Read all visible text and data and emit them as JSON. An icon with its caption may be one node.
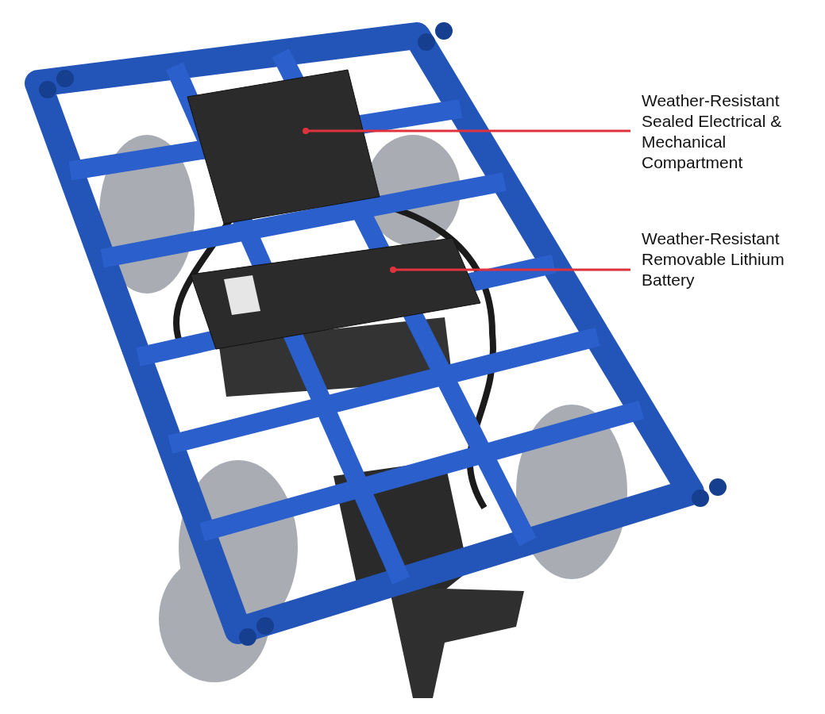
{
  "diagram": {
    "nodes": [
      {
        "text": [
          "Weather-Resistant Sealed Electrical & Mechanical Compartment"
        ]
      },
      {
        "text": [],
        "shape": "box"
      },
      {
        "text": [
          "Weather-Resistant Removable Lithium Battery"
        ]
      },
      {
        "text": [],
        "shape": "box"
      }
    ],
    "edges": [
      {
        "from": 0,
        "to": 1,
        "arrow": "other"
      },
      {
        "from": 2,
        "to": 3,
        "arrow": "other"
      }
    ]
  }
}
